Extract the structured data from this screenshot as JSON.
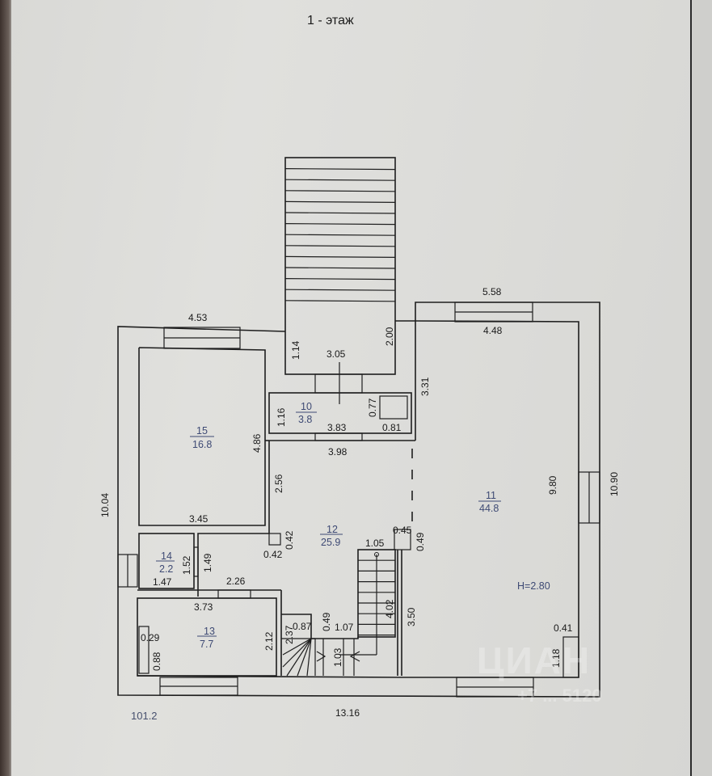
{
  "title": "1 - этаж",
  "total_area": "101.2",
  "ceiling_height": "H=2.80",
  "watermark": {
    "brand": "ЦИАН",
    "phone": "+7 ... 5120"
  },
  "rooms": [
    {
      "number": "10",
      "area": "3.8"
    },
    {
      "number": "11",
      "area": "44.8"
    },
    {
      "number": "12",
      "area": "25.9"
    },
    {
      "number": "13",
      "area": "7.7"
    },
    {
      "number": "14",
      "area": "2.2"
    },
    {
      "number": "15",
      "area": "16.8"
    }
  ],
  "dimensions": {
    "d_4_53": "4.53",
    "d_5_58": "5.58",
    "d_4_48": "4.48",
    "d_1_14": "1.14",
    "d_2_00": "2.00",
    "d_3_05": "3.05",
    "d_3_31": "3.31",
    "d_1_16": "1.16",
    "d_0_77": "0.77",
    "d_3_83": "3.83",
    "d_0_81": "0.81",
    "d_3_98": "3.98",
    "d_4_86": "4.86",
    "d_2_56": "2.56",
    "d_10_04": "10.04",
    "d_9_80": "9.80",
    "d_10_90": "10.90",
    "d_3_45": "3.45",
    "d_0_42a": "0.42",
    "d_0_42b": "0.42",
    "d_0_45": "0.45",
    "d_0_49a": "0.49",
    "d_1_05": "1.05",
    "d_1_52": "1.52",
    "d_1_49": "1.49",
    "d_1_47": "1.47",
    "d_2_26": "2.26",
    "d_3_73": "3.73",
    "d_0_29": "0.29",
    "d_0_88": "0.88",
    "d_2_12": "2.12",
    "d_2_37": "2.37",
    "d_0_87": "0.87",
    "d_0_49b": "0.49",
    "d_1_07": "1.07",
    "d_4_02": "4.02",
    "d_3_50": "3.50",
    "d_1_03": "1.03",
    "d_0_41": "0.41",
    "d_1_18": "1.18",
    "d_13_16": "13.16"
  }
}
